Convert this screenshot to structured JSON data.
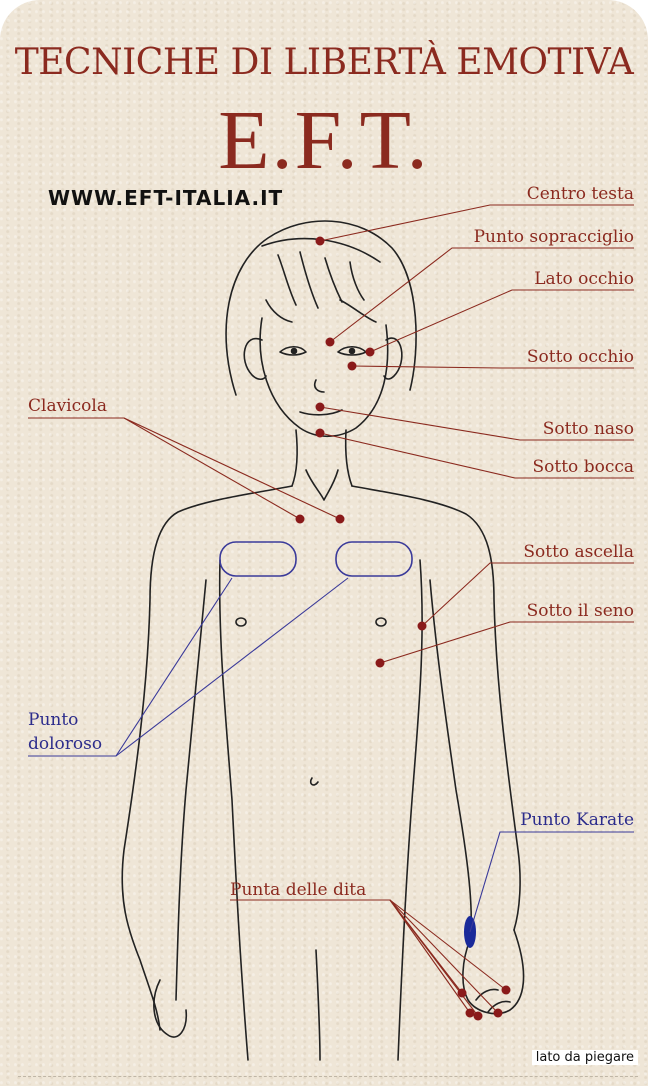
{
  "header": {
    "title": "TECNICHE DI LIBERTÀ EMOTIVA",
    "acronym": "E.F.T.",
    "website": "WWW.EFT-ITALIA.IT"
  },
  "points": {
    "centro_testa": "Centro testa",
    "punto_sopracciglio": "Punto sopracciglio",
    "lato_occhio": "Lato occhio",
    "sotto_occhio": "Sotto occhio",
    "sotto_naso": "Sotto naso",
    "sotto_bocca": "Sotto bocca",
    "clavicola": "Clavicola",
    "sotto_ascella": "Sotto ascella",
    "sotto_il_seno": "Sotto il seno",
    "punto_doloroso_1": "Punto",
    "punto_doloroso_2": "doloroso",
    "punto_karate": "Punto Karate",
    "punta_delle_dita": "Punta delle dita"
  },
  "footer": {
    "fold_note": "lato da piegare"
  },
  "colors": {
    "card_background": "#efe6d7",
    "accent_red": "#8b2a1f",
    "point_dot": "#8a1a1a",
    "sore_spot_blue": "#3a3a9a",
    "karate_blue": "#1a2a9a",
    "line_art": "#222222"
  }
}
